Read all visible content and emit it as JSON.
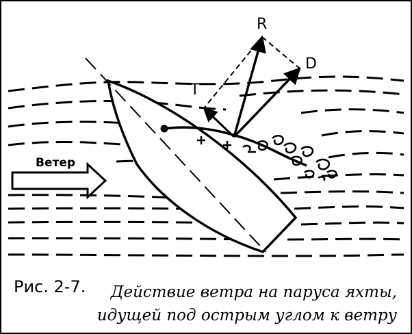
{
  "figure": {
    "labels": {
      "resultant": "R",
      "drag": "D",
      "thrust": "T",
      "wind": "Ветер"
    },
    "caption": {
      "label": "Рис. 2-7.",
      "text": "Действие ветра на паруса яхты, идущей под острым углом к ветру"
    }
  }
}
